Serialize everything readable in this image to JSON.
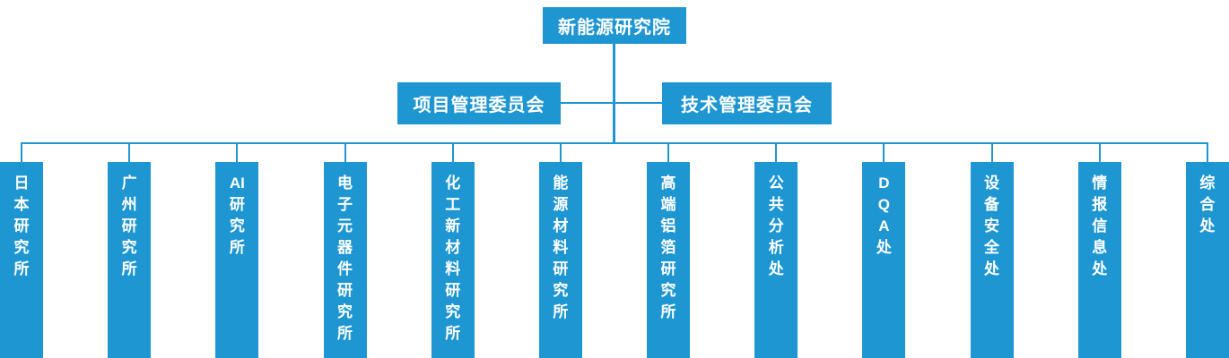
{
  "chart": {
    "type": "org-chart",
    "root": {
      "label": "新能源研究院"
    },
    "committees": [
      {
        "label": "项目管理委员会"
      },
      {
        "label": "技术管理委员会"
      }
    ],
    "departments": [
      {
        "label": "日\n本\n研\n究\n所"
      },
      {
        "label": "广\n州\n研\n究\n所"
      },
      {
        "label": "AI\n研\n究\n所"
      },
      {
        "label": "电\n子\n元\n器\n件\n研\n究\n所"
      },
      {
        "label": "化\n工\n新\n材\n料\n研\n究\n所"
      },
      {
        "label": "能\n源\n材\n料\n研\n究\n所"
      },
      {
        "label": "高\n端\n铝\n箔\n研\n究\n所"
      },
      {
        "label": "公\n共\n分\n析\n处"
      },
      {
        "label": "D\nQ\nA\n处"
      },
      {
        "label": "设\n备\n安\n全\n处"
      },
      {
        "label": "情\n报\n信\n息\n处"
      },
      {
        "label": "综\n合\n处"
      }
    ]
  },
  "colors": {
    "box_fill": "#1E96D2",
    "connector_line": "#1E96D2",
    "box_text": "#FFFFFF",
    "background": "#FFFFFF"
  }
}
